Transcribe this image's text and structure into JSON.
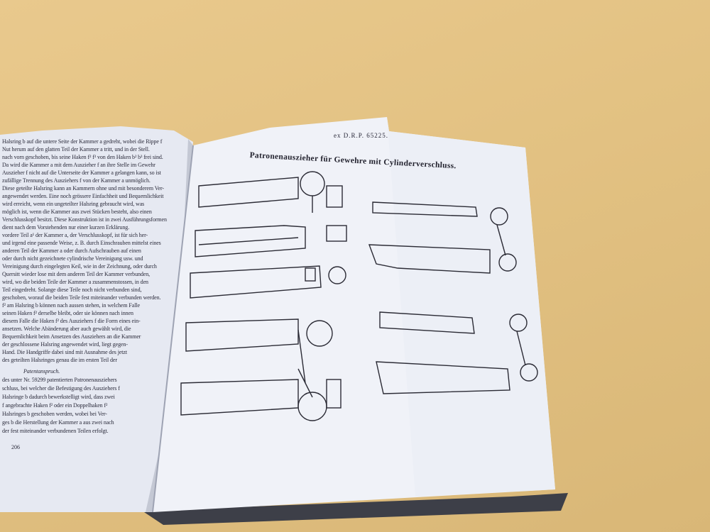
{
  "left_page": {
    "body_lines": [
      "Halsring b auf die untere Seite der Kammer a gedreht, wobei die Rippe f",
      "Nut herum auf den glatten Teil der Kammer a tritt, und in der Stell.",
      "nach vorn geschoben, bis seine Haken f² f³ von den Haken b² b³ frei sind.",
      "Da wird die Kammer a mit dem Auszieher f an ihre Stelle im Gewehr",
      "Auszieher f nicht auf die Unterseite der Kammer a gelangen kann, so ist",
      "zufällige Trennung des Ausziehers f von der Kammer a unmöglich.",
      "Diese geteilte Halsring kann an Kammern ohne und mit besonderem Ver-",
      "angewendet werden. Eine noch grössere Einfachheit und Bequemlichkeit",
      "wird erreicht, wenn ein ungeteilter Halsring gebraucht wird, was",
      "möglich ist, wenn die Kammer aus zwei Stücken besteht, also einen",
      "Verschlusskopf besitzt. Diese Konstruktion ist in zwei Ausführungsformen",
      "dient nach dem Vorstehenden nur einer kurzen Erklärung.",
      "vordere Teil a¹ der Kammer a, der Verschlusskopf, ist für sich her-",
      "und irgend eine passende Weise, z. B. durch Einschrauben mittelst eines",
      "anderen Teil der Kammer a oder durch Aufschrauben auf einen",
      "oder durch nicht gezeichnete cylindrische Vereinigung usw. und",
      "Vereinigung durch eingelegten Keil, wie in der Zeichnung, oder durch",
      "Quersitt wieder lose mit dem anderen Teil der Kammer verbunden,",
      "wird, wo die beiden Teile der Kammer a zusammenstossen, in den",
      "Teil eingedreht. Solange diese Teile noch nicht verbunden sind,",
      "geschoben, worauf die beiden Teile fest miteinander verbunden werden.",
      "f² am Halsring b können nach aussen stehen, in welchem Falle",
      "seinen Haken f² derselbe bleibt, oder sie können nach innen",
      "diesem Falle die Haken f² des Ausziehers f die Form eines ein-",
      "ansetzen. Welche Abänderung aber auch gewählt wird, die",
      "Bequemlichkeit beim Ansetzen des Ausziehers an die Kammer",
      "der geschlossene Halsring angewendet wird, liegt gegen-",
      "Hand. Die Handgriffe dabei sind mit Ausnahme des jetzt",
      "des geteilten Halsringes genau die im ersten Teil der"
    ],
    "claim_heading": "Patentanspruch.",
    "claim_lines": [
      "des unter Nr. 59299 patentierten Patronenausziehers",
      "schluss, bei welcher die Befestigung des Ausziehers f",
      "Halsringe b dadurch bewerkstelligt wird, dass zwei",
      "f angebrachte Haken f² oder ein Doppelhaken f²",
      "Halsringes b geschoben werden, wobei bei Ver-",
      "ges b die Herstellung der Kammer a aus zwei nach",
      "der fest miteinander verbundenen Teilen erfolgt."
    ],
    "page_number": "206"
  },
  "right_page": {
    "patent_ref": "ex D.R.P. 65225.",
    "title": "Patronenauszieher für Gewehre mit Cylinderverschluss."
  },
  "colors": {
    "table": "#e3c283",
    "paper": "#eef0f6",
    "ink": "#2a2a3a"
  }
}
